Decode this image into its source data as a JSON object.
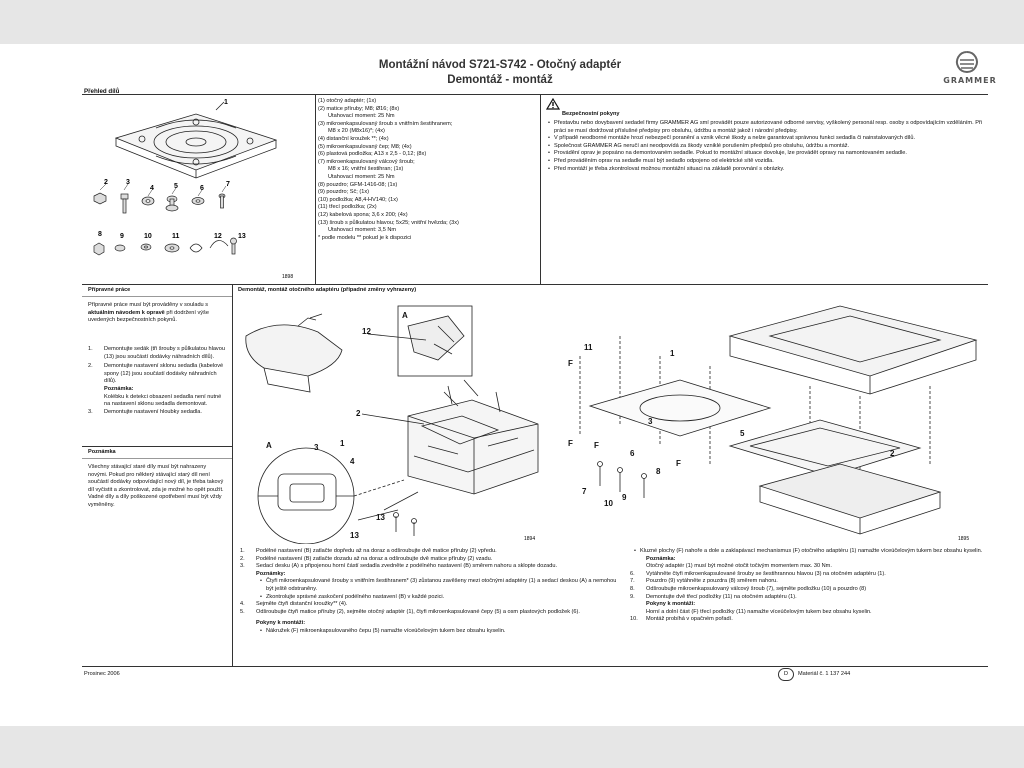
{
  "header": {
    "title_line1": "Montážní návod S721-S742 - Otočný adaptér",
    "title_line2": "Demontáž - montáž",
    "brand": "GRAMMER"
  },
  "overview": {
    "heading": "Přehled dílů",
    "callouts": {
      "c1": "1",
      "c2": "2",
      "c3": "3",
      "c4": "4",
      "c5": "5",
      "c6": "6",
      "c7": "7",
      "c8": "8",
      "c9": "9",
      "c10": "10",
      "c11": "11",
      "c12": "12",
      "c13": "13"
    },
    "figure_no": "1898"
  },
  "parts_list": [
    "(1) otočný adaptér; (1x)",
    "(2) matice příruby; M8; Ø16; (8x)",
    "Utahovací moment: 25 Nm",
    "(3) mikroenkapsulovaný šroub s vnitřním šestihranem;",
    "M8 x 20 (M8x16)*; (4x)",
    "(4) distanční kroužek **; (4x)",
    "(5) mikroenkapsulovaný čep; M8; (4x)",
    "(6) plastová podložka; A13 x 2,5 - 0,12; (8x)",
    "(7) mikroenkapsulovaný válcový šroub;",
    "M8 x 16; vnitřní šestihran; (1x)",
    "Utahovací moment: 25 Nm",
    "(8) pouzdro; GFM-1416-08; (1x)",
    "(9) pouzdro; Sč; (1x)",
    "(10) podložka; A8,4-HV140; (1x)",
    "(11) třecí podložka; (2x)",
    "(12) kabelová spona; 3,6 x 200; (4x)",
    "(13) šroub s půlkulatou hlavou; 5x25; vnitřní hvězda; (3x)",
    "Utahovací moment: 3,5 Nm",
    "* podle modelu ** pokud je k dispozici"
  ],
  "safety": {
    "heading": "Bezpečnostní pokyny",
    "items": [
      "Přestavbu nebo dovybavení sedadel firmy GRAMMER AG smí provádět pouze autorizované odborné servisy, vyškolený personál resp. osoby s odpovídajícím vzděláním. Při práci se musí dodržovat příslušné předpisy pro obsluhu, údržbu a montáž jakož i národní předpisy.",
      "V případě neodborné montáže hrozí nebezpečí poranění a vznik věcné škody a nelze garantovat správnou funkci sedadla či nainstalovaných dílů.",
      "Společnost GRAMMER AG neručí ani neodpovídá za škody vzniklé porušením předpisů pro obsluhu, údržbu a montáž.",
      "Provádění oprav je popsáno na demontovaném sedadle. Pokud to montážní situace dovoluje, lze provádět opravy na namontovaném sedadle.",
      "Před prováděním oprav na sedadle musí být sedadlo odpojeno od elektrické sítě vozidla.",
      "Před montáží je třeba zkontrolovat možnou montážní situaci na základě porovnání s obrázky."
    ]
  },
  "prep": {
    "heading": "Přípravné práce",
    "intro_a": "Přípravné práce musí být prováděny v souladu s ",
    "intro_b": "aktuálním návodem k opravě",
    "intro_c": " při dodržení výše uvedených bezpečnostních pokynů.",
    "steps": [
      {
        "n": "1.",
        "t": "Demontujte sedák (tři šrouby s půlkulatou hlavou (13) jsou součástí dodávky náhradních dílů)."
      },
      {
        "n": "2.",
        "t": "Demontujte nastavení sklonu sedadla (kabelové spony (12) jsou součástí dodávky náhradních dílů)."
      },
      {
        "n": "3.",
        "t": "Demontujte nastavení hloubky sedadla."
      }
    ],
    "note_label": "Poznámka:",
    "note_text": "Kolébku k detekci obsazení sedadla není nutné na nastavení sklonu sedadla demontovat."
  },
  "notice": {
    "heading": "Poznámka",
    "text": "Všechny stávající staré díly musí být nahrazeny novými. Pokud pro některý stávající starý díl není součástí dodávky odpovídající nový díl, je třeba takový díl vyčistit a zkontrolovat, zda je možné ho opět použít. Vadné díly a díly poškozené opotřebení musí být vždy vyměněny."
  },
  "mount": {
    "heading": "Demontáž, montáž otočného adaptéru (případné změny vyhrazeny)",
    "fig1_no": "1894",
    "fig2_no": "1895",
    "label_A": "A",
    "label_F": "F",
    "left_steps": [
      {
        "n": "1.",
        "t": "Podélné nastavení (B) zatlačte dopředu až na doraz a odšroubujte dvě matice příruby (2) vpředu."
      },
      {
        "n": "2.",
        "t": "Podélné nastavení (B) zatlačte dozadu až na doraz a odšroubujte dvě matice příruby (2) vzadu."
      },
      {
        "n": "3.",
        "t": "Sedací desku (A) s připojenou horní částí sedadla zvedněte z podélného nastavení (B) směrem nahoru a sklopte dozadu."
      }
    ],
    "note_label": "Poznámky:",
    "note_items": [
      "Čtyři mikroenkapsulované šrouby s vnitřním šestihranem* (3) zůstanou zavěšeny mezi otočnými adaptéry (1) a sedací deskou (A) a nemohou být ještě odstraněny.",
      "Zkontrolujte správné zaskočení podélného nastavení (B) v každé pozici."
    ],
    "left_steps2": [
      {
        "n": "4.",
        "t": "Sejměte čtyři distanční kroužky** (4)."
      },
      {
        "n": "5.",
        "t": "Odšroubujte čtyři matice příruby (2), sejměte otočný adaptér (1), čtyři mikroenkapsulované čepy (5) a osm plastových podložek (6)."
      }
    ],
    "mount_notes_label": "Pokyny k montáži:",
    "mount_notes_item": "Nákružek (F) mikroenkapsulovaného čepu (5) namažte víceúčelovým tukem bez obsahu kyselin.",
    "right_intro": "Kluzné plochy (F) nahoře a dole a zaklapávací mechanismus (F) otočného adaptéru (1) namažte víceúčelovým tukem bez obsahu kyselin.",
    "right_note_label": "Poznámka:",
    "right_note_text": "Otočný adaptér (1) musí být možné otočit točivým momentem max. 30 Nm.",
    "right_steps": [
      {
        "n": "6.",
        "t": "Vytáhněte čtyři mikroenkapsulované šrouby se šestihrannou hlavou (3) na otočném adaptéru (1)."
      },
      {
        "n": "7.",
        "t": "Pouzdro (9) vytáhněte z pouzdra (8) směrem nahoru."
      },
      {
        "n": "8.",
        "t": "Odšroubujte mikroenkapsulovaný válcový šroub (7), sejměte podložku (10) a pouzdro (8)"
      },
      {
        "n": "9.",
        "t": "Demontujte dvě třecí podložky (11) na otočném adaptéru (1)."
      }
    ],
    "right_mount_label": "Pokyny k montáži:",
    "right_mount_text": "Horní a dolní část (F) třecí podložky (11) namažte víceúčelovým tukem bez obsahu kyselin.",
    "right_step10": {
      "n": "10.",
      "t": "Montáž probíhá v opačném pořadí."
    }
  },
  "footer": {
    "date": "Prosinec 2006",
    "lang": "D",
    "material": "Materiál č. 1 137 244"
  }
}
